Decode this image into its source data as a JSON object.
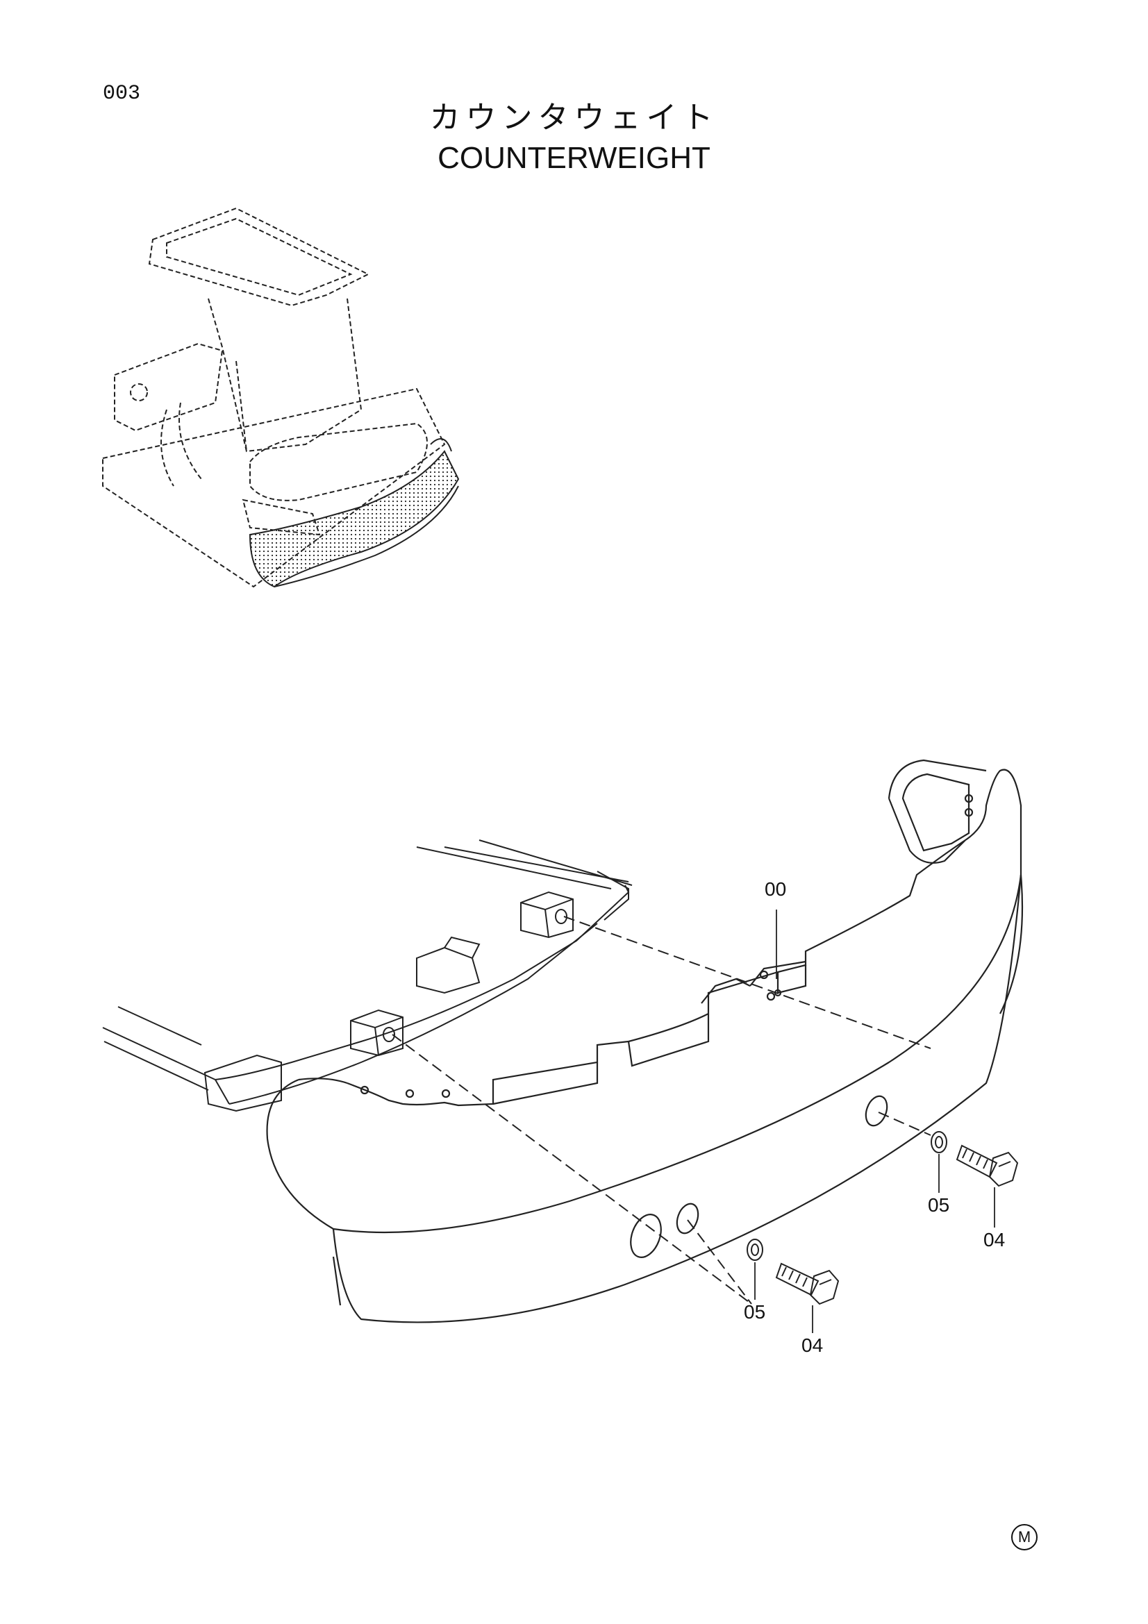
{
  "page": {
    "number": "003",
    "mark": "M"
  },
  "title": {
    "japanese": "カウンタウェイト",
    "english": "COUNTERWEIGHT"
  },
  "callouts": [
    {
      "id": "part-00",
      "label": "00"
    },
    {
      "id": "washer-05-right",
      "label": "05"
    },
    {
      "id": "bolt-04-right",
      "label": "04"
    },
    {
      "id": "washer-05-left",
      "label": "05"
    },
    {
      "id": "bolt-04-left",
      "label": "04"
    }
  ]
}
